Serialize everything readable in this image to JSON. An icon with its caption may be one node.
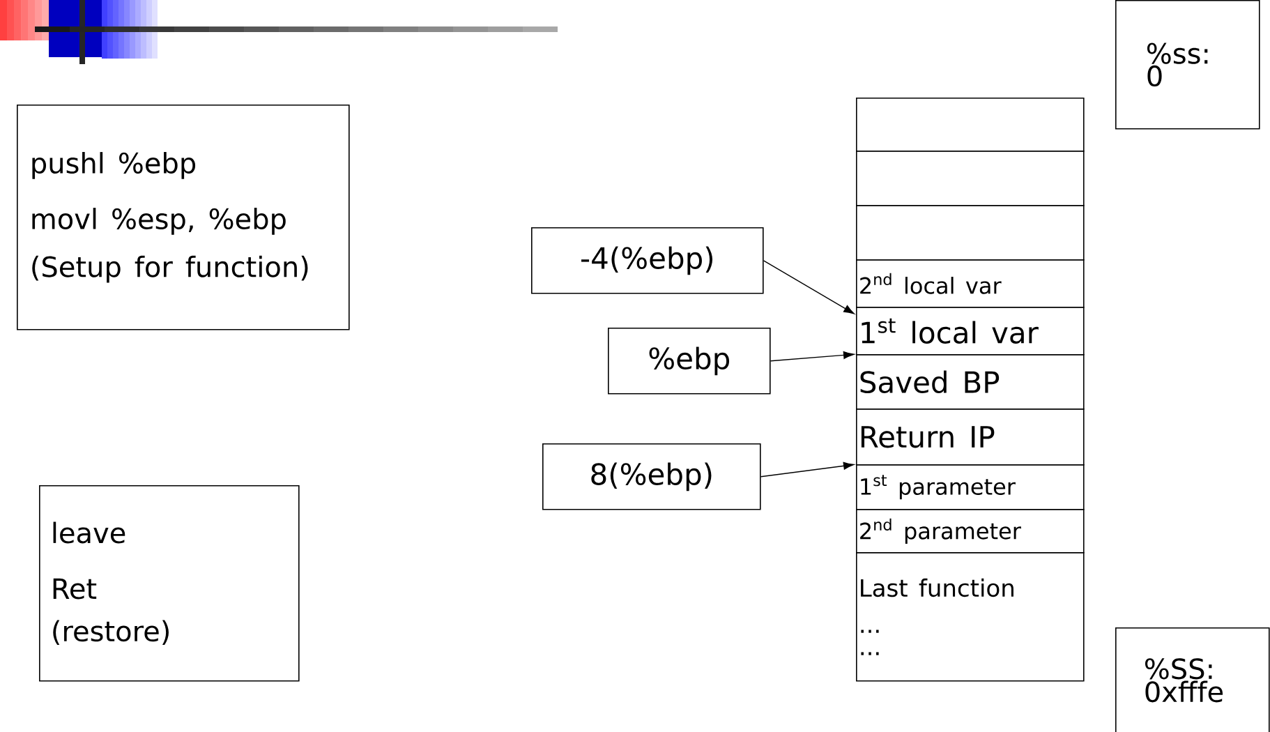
{
  "diagram": {
    "nodes": [
      {
        "text": [
          "pushl %ebp",
          "movl %esp, %ebp",
          "(Setup for function)"
        ]
      },
      {
        "text": [
          "leave",
          "Ret",
          "(restore)"
        ]
      },
      {
        "text": [
          "%ss: 0"
        ]
      },
      {
        "text": [
          "%SS: 0xfffe"
        ]
      },
      {
        "text": [],
        "shape": "box"
      },
      {
        "text": [],
        "shape": "box"
      },
      {
        "text": [],
        "shape": "box"
      },
      {
        "text": [
          "2$^{nd}$ local var"
        ]
      },
      {
        "text": [
          "1$^{st}$ local var"
        ]
      },
      {
        "text": [
          "Saved BP"
        ]
      },
      {
        "text": [
          "Return IP"
        ]
      },
      {
        "text": [
          "1$^{st}$ parameter"
        ]
      },
      {
        "text": [
          "2$^{nd}$ parameter"
        ]
      },
      {
        "text": [
          "Last function",
          "...",
          "..."
        ]
      },
      {
        "text": [
          "-4(%ebp)"
        ]
      },
      {
        "text": [
          "%ebp"
        ]
      },
      {
        "text": [
          "8(%ebp)"
        ]
      }
    ],
    "edges": [
      {
        "from": 14,
        "to": 7,
        "arrow": "to"
      },
      {
        "from": 15,
        "to": 9,
        "arrow": "to"
      },
      {
        "from": 16,
        "to": 11,
        "arrow": "to"
      }
    ]
  }
}
